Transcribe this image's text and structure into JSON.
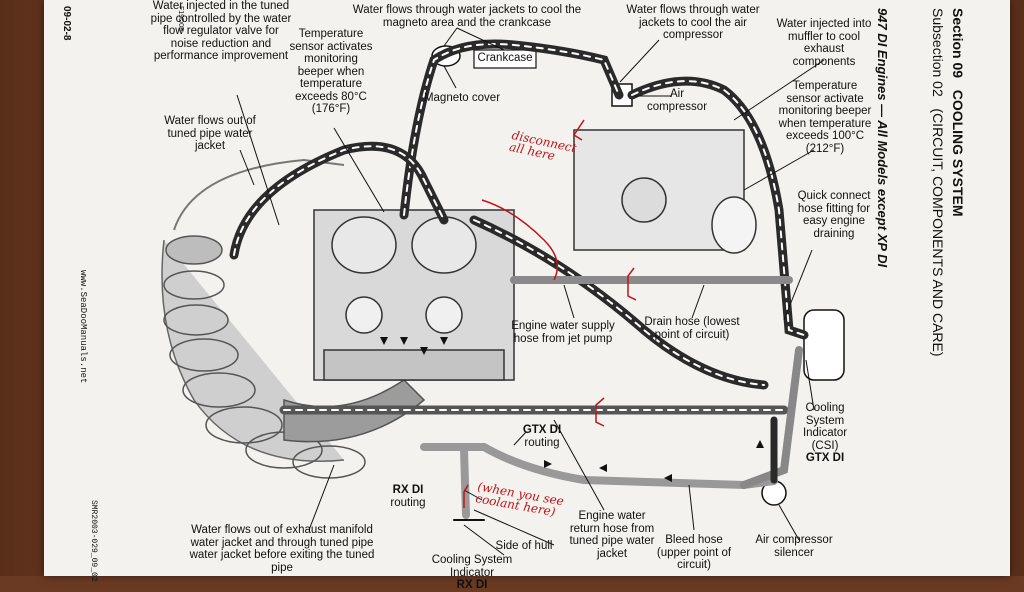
{
  "header": {
    "section": "Section 09",
    "section_title": "COOLING SYSTEM",
    "subsection": "Subsection 02",
    "subsection_title": "(CIRCUIT, COMPONENTS AND CARE)",
    "engine_title": "947 DI Engines — All Models except XP DI"
  },
  "margin": {
    "page_ref": "09-02-8",
    "figure_code": "F19D0E",
    "website": "www.SeaDooManuals.net",
    "doc_code": "SMR2003-029_09_02"
  },
  "labels": {
    "injected_tuned_pipe": "Water injected in the tuned pipe controlled by the water flow regulator valve for noise reduction and performance improvement",
    "temp_sensor_80": "Temperature sensor activates monitoring beeper when temperature exceeds 80°C (176°F)",
    "magneto_crankcase": "Water flows through water jackets to cool the magneto area and the crankcase",
    "crankcase": "Crankcase",
    "magneto_cover": "Magneto cover",
    "air_compressor_jackets": "Water flows through water jackets to cool the air compressor",
    "air_compressor": "Air compressor",
    "muffler_injection": "Water injected into muffler to cool exhaust components",
    "temp_sensor_100": "Temperature sensor activate monitoring beeper when temperature exceeds 100°C (212°F)",
    "quick_connect": "Quick connect hose fitting for easy engine draining",
    "flows_out_tuned_pipe": "Water flows out of tuned pipe water jacket",
    "engine_supply": "Engine water supply hose from jet pump",
    "drain_hose": "Drain hose (lowest point of circuit)",
    "csi_gtx": "Cooling System Indicator (CSI)",
    "csi_gtx_bold": "GTX DI",
    "gtx_routing_bold": "GTX DI",
    "gtx_routing": "routing",
    "rx_routing_bold": "RX DI",
    "rx_routing": "routing",
    "return_hose": "Engine water return hose from tuned pipe water jacket",
    "bleed_hose": "Bleed hose (upper point of circuit)",
    "air_silencer": "Air compressor silencer",
    "side_of_hull": "Side of hull",
    "csi_rx": "Cooling System Indicator",
    "csi_rx_bold": "RX DI",
    "exhaust_manifold": "Water flows out of exhaust manifold water jacket and through tuned pipe water jacket before exiting the tuned pipe"
  },
  "handwriting": {
    "disconnect": "disconnect all here",
    "coolant": "(when you see coolant here)"
  },
  "colors": {
    "ink": "#111111",
    "handwriting": "#c0141a",
    "hose": "#2a2a2a",
    "paper": "#f3f2ee"
  }
}
